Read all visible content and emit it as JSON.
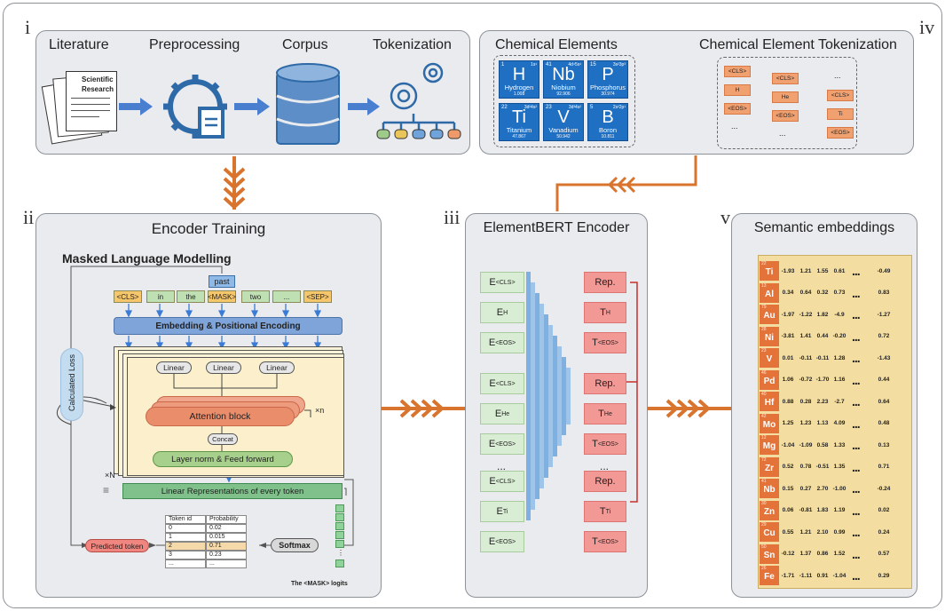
{
  "panel_numbers": {
    "i": "i",
    "ii": "ii",
    "iii": "iii",
    "iv": "iv",
    "v": "v"
  },
  "panel_i": {
    "steps": [
      "Literature",
      "Preprocessing",
      "Corpus",
      "Tokenization"
    ],
    "document_text": [
      "Scientific",
      "Research"
    ]
  },
  "panel_iv": {
    "title_left": "Chemical Elements",
    "title_right": "Chemical Element Tokenization",
    "tiles": [
      {
        "num": "1",
        "cfg": "1s¹",
        "symbol": "H",
        "name": "Hydrogen",
        "mass": "1.008"
      },
      {
        "num": "41",
        "cfg": "4d⁴5s¹",
        "symbol": "Nb",
        "name": "Niobium",
        "mass": "92.906"
      },
      {
        "num": "15",
        "cfg": "3s²3p³",
        "symbol": "P",
        "name": "Phosphorus",
        "mass": "30.974"
      },
      {
        "num": "22",
        "cfg": "3d²4s²",
        "symbol": "Ti",
        "name": "Titanium",
        "mass": "47.867"
      },
      {
        "num": "23",
        "cfg": "3d³4s²",
        "symbol": "V",
        "name": "Vanadium",
        "mass": "50.942"
      },
      {
        "num": "5",
        "cfg": "2s²2p¹",
        "symbol": "B",
        "name": "Boron",
        "mass": "10.811"
      }
    ],
    "token_columns": [
      [
        "<CLS>",
        "H",
        "<EOS>",
        "..."
      ],
      [
        "<CLS>",
        "He",
        "<EOS>",
        "..."
      ],
      [
        "...",
        "<CLS>",
        "Ti",
        "<EOS>"
      ]
    ]
  },
  "panel_ii": {
    "title": "Encoder Training",
    "mlm_title": "Masked Language Modelling",
    "past": "past",
    "tokens": [
      "<CLS>",
      "in",
      "the",
      "<MASK>",
      "two",
      "...",
      "<SEP>"
    ],
    "embedding": "Embedding & Positional Encoding",
    "linear": "Linear",
    "attention": "Attention block",
    "times_n": "×n",
    "concat": "Concat",
    "layernorm": "Layer norm & Feed forward",
    "times_N": "×N",
    "linrep": "Linear Representations of every token",
    "loss": "Calculated Loss",
    "softmax": "Softmax",
    "predicted": "Predicted token",
    "logits_label": "The <MASK> logits",
    "table_headers": [
      "Token id",
      "Probability"
    ],
    "table_rows": [
      [
        "0",
        "0.02"
      ],
      [
        "1",
        "0.015"
      ],
      [
        "2",
        "0.71"
      ],
      [
        "3",
        "0.23"
      ],
      [
        "...",
        "..."
      ]
    ]
  },
  "panel_iii": {
    "title": "ElementBERT Encoder",
    "groups": [
      {
        "inputs": [
          "E<CLS>",
          "EH",
          "E<EOS>"
        ],
        "outputs": [
          "Rep.",
          "TH",
          "T<EOS>"
        ]
      },
      {
        "inputs": [
          "E<CLS>",
          "EHe",
          "E<EOS>"
        ],
        "outputs": [
          "Rep.",
          "THe",
          "T<EOS>"
        ]
      },
      {
        "inputs": [
          "E<CLS>",
          "ETi",
          "E<EOS>"
        ],
        "outputs": [
          "Rep.",
          "TTi",
          "T<EOS>"
        ]
      }
    ],
    "ellipsis": "..."
  },
  "panel_v": {
    "title": "Semantic embeddings",
    "rows": [
      {
        "z": "22",
        "el": "Ti",
        "v": [
          "-1.93",
          "1.21",
          "1.55",
          "0.61"
        ],
        "last": "-0.49"
      },
      {
        "z": "13",
        "el": "Al",
        "v": [
          "0.34",
          "0.64",
          "0.32",
          "0.73"
        ],
        "last": "0.83"
      },
      {
        "z": "79",
        "el": "Au",
        "v": [
          "-1.97",
          "-1.22",
          "1.82",
          "-4.9"
        ],
        "last": "-1.27"
      },
      {
        "z": "28",
        "el": "Ni",
        "v": [
          "-3.81",
          "1.41",
          "0.44",
          "-0.20"
        ],
        "last": "0.72"
      },
      {
        "z": "23",
        "el": "V",
        "v": [
          "0.01",
          "-0.11",
          "-0.11",
          "1.28"
        ],
        "last": "-1.43"
      },
      {
        "z": "46",
        "el": "Pd",
        "v": [
          "1.06",
          "-0.72",
          "-1.70",
          "1.16"
        ],
        "last": "0.44"
      },
      {
        "z": "40",
        "el": "Hf",
        "v": [
          "0.88",
          "0.28",
          "2.23",
          "-2.7"
        ],
        "last": "0.64"
      },
      {
        "z": "42",
        "el": "Mo",
        "v": [
          "1.25",
          "1.23",
          "1.13",
          "4.09"
        ],
        "last": "0.48"
      },
      {
        "z": "12",
        "el": "Mg",
        "v": [
          "-1.04",
          "-1.09",
          "0.58",
          "1.33"
        ],
        "last": "0.13"
      },
      {
        "z": "72",
        "el": "Zr",
        "v": [
          "0.52",
          "0.78",
          "-0.51",
          "1.35"
        ],
        "last": "0.71"
      },
      {
        "z": "41",
        "el": "Nb",
        "v": [
          "0.15",
          "0.27",
          "2.70",
          "-1.00"
        ],
        "last": "-0.24"
      },
      {
        "z": "30",
        "el": "Zn",
        "v": [
          "0.06",
          "-0.81",
          "1.83",
          "1.19"
        ],
        "last": "0.02"
      },
      {
        "z": "29",
        "el": "Cu",
        "v": [
          "0.55",
          "1.21",
          "2.10",
          "0.99"
        ],
        "last": "0.24"
      },
      {
        "z": "50",
        "el": "Sn",
        "v": [
          "-0.12",
          "1.37",
          "0.86",
          "1.52"
        ],
        "last": "0.57"
      },
      {
        "z": "26",
        "el": "Fe",
        "v": [
          "-1.71",
          "-1.11",
          "0.91",
          "-1.04"
        ],
        "last": "0.29"
      }
    ],
    "ellipsis": "..."
  },
  "colors": {
    "panel": "#e9ebee",
    "blue": "#1f6fc2",
    "orange": "#d9742e",
    "green": "#d9ecd4",
    "red": "#f29895"
  }
}
